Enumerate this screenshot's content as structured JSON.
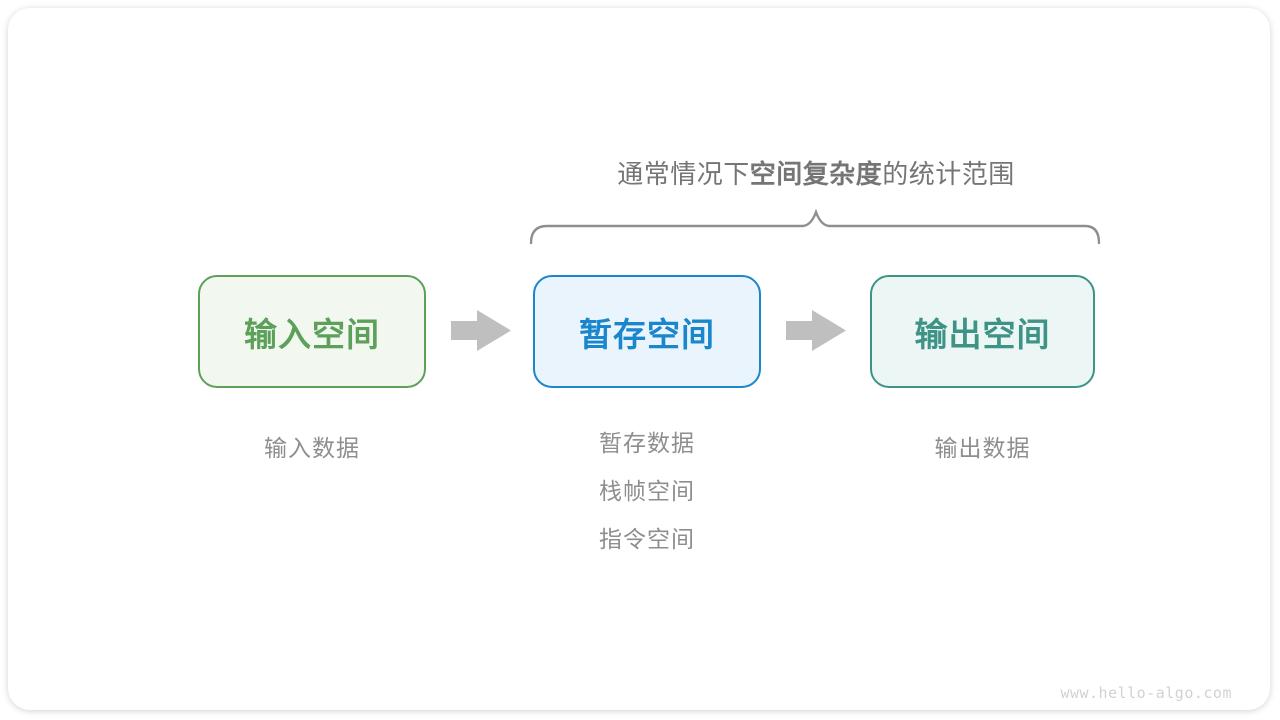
{
  "title": {
    "prefix": "通常情况下",
    "bold": "空间复杂度",
    "suffix": "的统计范围"
  },
  "boxes": [
    {
      "label": "输入空间",
      "border_color": "#5ca05a",
      "bg_color": "#f2f8ef",
      "text_color": "#5ca05a"
    },
    {
      "label": "暂存空间",
      "border_color": "#1a86cc",
      "bg_color": "#e9f4fc",
      "text_color": "#1a86cc"
    },
    {
      "label": "输出空间",
      "border_color": "#3e9387",
      "bg_color": "#ecf6f4",
      "text_color": "#3e9387"
    }
  ],
  "captions": {
    "input": "输入数据",
    "temp": [
      "暂存数据",
      "栈帧空间",
      "指令空间"
    ],
    "output": "输出数据"
  },
  "watermark": "www.hello-algo.com",
  "colors": {
    "arrow": "#bfbfbf",
    "brace": "#8f8f8f",
    "title_text": "#757575",
    "caption_text": "#8e8e8e",
    "watermark_text": "#d2d2d2",
    "card_bg": "#ffffff"
  }
}
